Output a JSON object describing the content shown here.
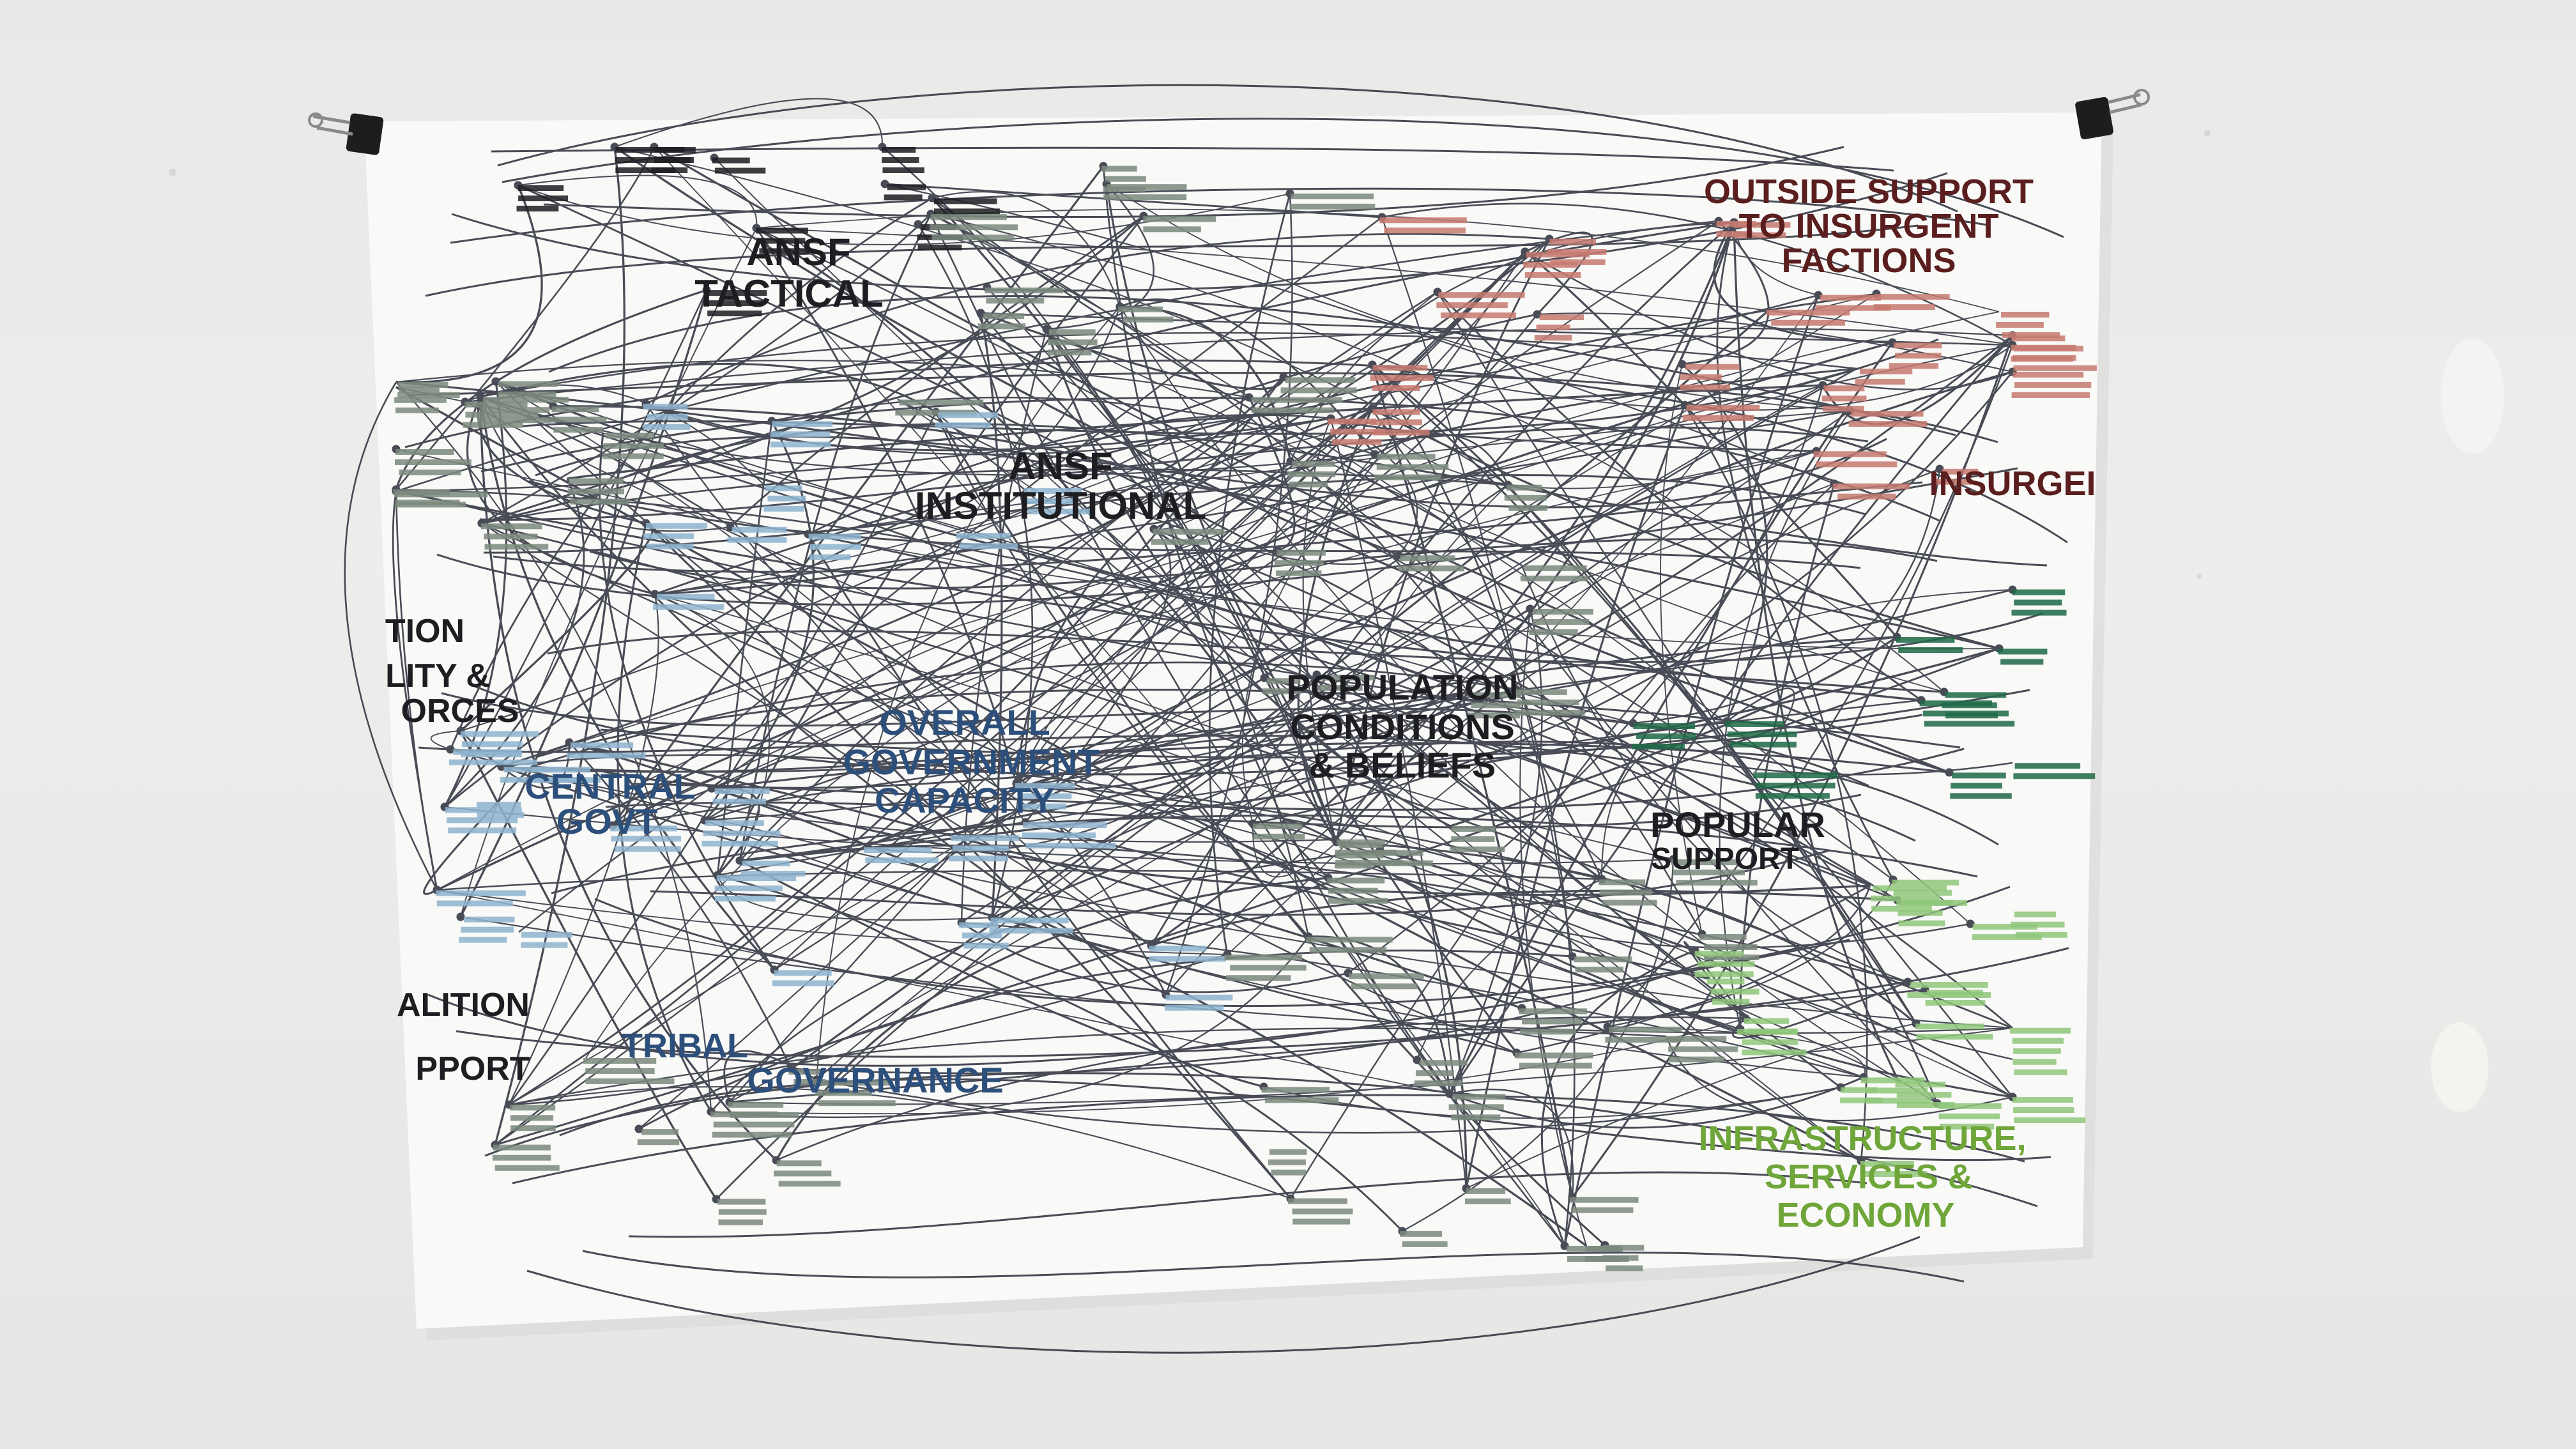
{
  "labels": {
    "outside_support": [
      "OUTSIDE SUPPORT",
      "TO INSURGENT",
      "FACTIONS"
    ],
    "ansf_tactical": [
      "ANSF",
      "TACTICAL"
    ],
    "ansf_institutional": [
      "ANSF",
      "INSTITUTIONAL"
    ],
    "insurgents": "INSURGEI",
    "coalition_left": "TION",
    "security_left": [
      "LITY &",
      "ORCES"
    ],
    "overall_government": [
      "OVERALL",
      "GOVERNMENT",
      "CAPACITY"
    ],
    "central_govt": [
      "CENTRAL",
      "GOVT"
    ],
    "population": [
      "POPULATION",
      "CONDITIONS",
      "& BELIEFS"
    ],
    "popular_support": [
      "POPULAR",
      "SUPPORT"
    ],
    "coalition_support": [
      "ALITION",
      "PPORT"
    ],
    "tribal_governance": [
      "TRIBAL",
      "GOVERNANCE"
    ],
    "infrastructure": [
      "INFRASTRUCTURE,",
      "SERVICES &",
      "ECONOMY"
    ]
  },
  "colors": {
    "wall": "#ebebe9",
    "paper": "#f9f9f7",
    "line": "#2b2e3a",
    "dark_label": "#1d1d22",
    "maroon_label": "#5a1e1e",
    "blue_label": "#2d4f7c",
    "green_label": "#6fa63a",
    "red_block": "#c77a70",
    "blue_block": "#8eb4cf",
    "green_block": "#8fc77a",
    "deep_green_block": "#1f6a46",
    "gray_block": "#7b8a7e"
  }
}
